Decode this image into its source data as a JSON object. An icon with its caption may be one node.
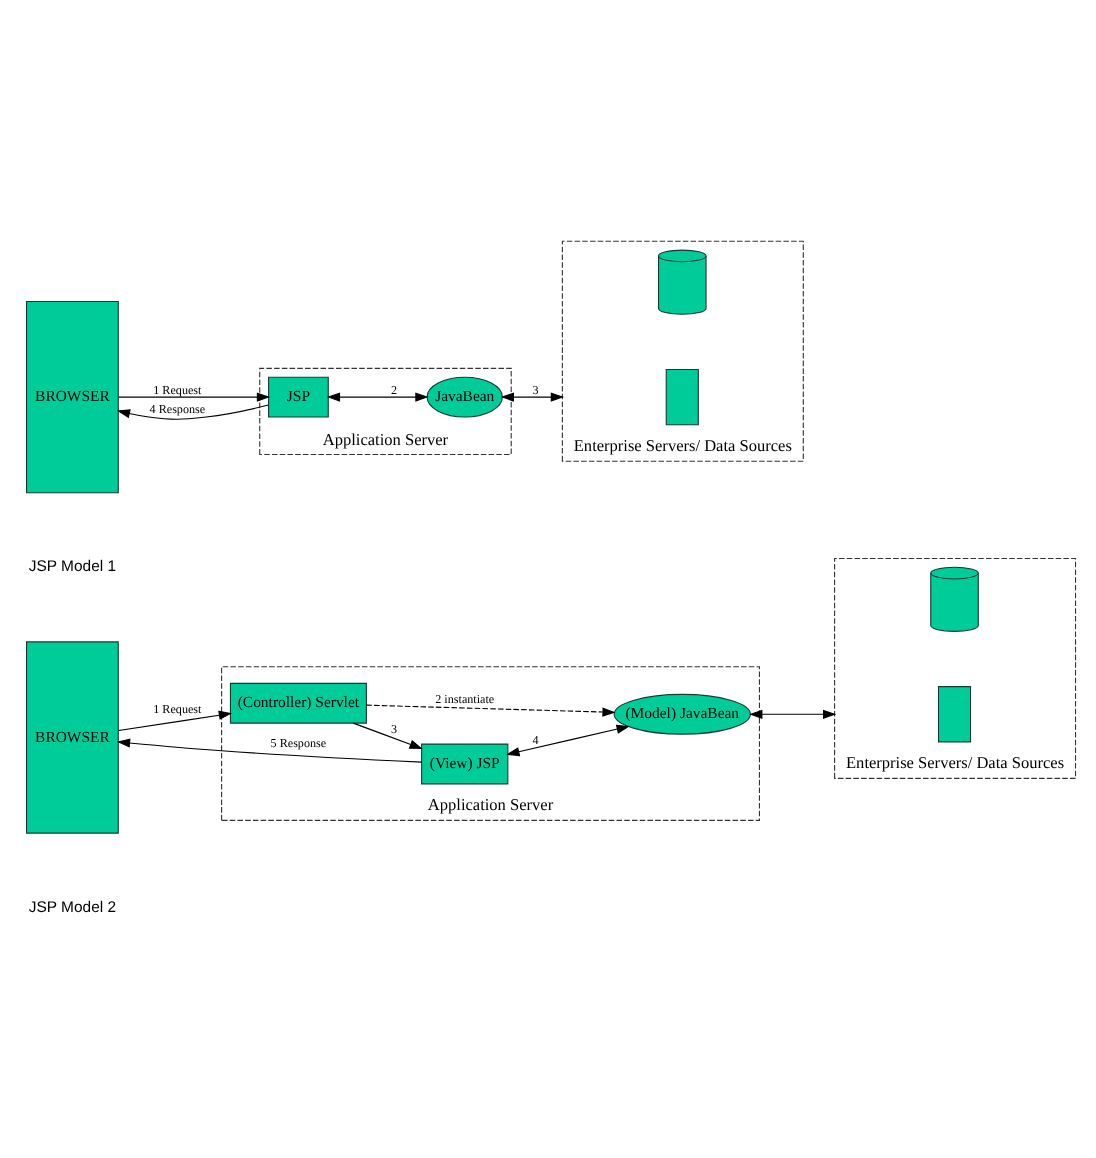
{
  "diagram": {
    "nodes": [
      {
        "text": [
          "BROWSER"
        ]
      },
      {
        "text": [
          "Application Server"
        ]
      },
      {
        "text": [
          "JSP"
        ],
        "in": 1
      },
      {
        "text": [
          "JavaBean"
        ],
        "in": 1
      },
      {
        "text": [
          "Enterprise Servers/ Data Sources"
        ]
      },
      {
        "text": [],
        "shape": "box",
        "in": 4
      },
      {
        "text": [],
        "shape": "cylinder",
        "in": 4
      },
      {
        "text": [
          "BROWSER"
        ]
      },
      {
        "text": [
          "Application Server"
        ]
      },
      {
        "text": [
          "(Controller) Servlet"
        ],
        "in": 8
      },
      {
        "text": [
          "(View) JSP"
        ],
        "in": 8
      },
      {
        "text": [
          "(Model) JavaBean"
        ],
        "in": 8
      },
      {
        "text": [
          "Enterprise Servers/ Data Sources"
        ]
      },
      {
        "text": [],
        "shape": "box",
        "in": 12
      },
      {
        "text": [],
        "shape": "cylinder",
        "in": 12
      }
    ],
    "edges": [
      {
        "from": 0,
        "to": 2,
        "arrow": "to",
        "label": "1 Request"
      },
      {
        "from": 2,
        "to": 0,
        "arrow": "to",
        "label": "4 Response"
      },
      {
        "from": 2,
        "to": 3,
        "arrow": "both",
        "label": "2"
      },
      {
        "from": 3,
        "to": 4,
        "arrow": "both",
        "label": "3"
      },
      {
        "from": 7,
        "to": 9,
        "arrow": "to",
        "label": "1 Request"
      },
      {
        "from": 9,
        "to": 10,
        "arrow": "to",
        "label": "3"
      },
      {
        "from": 9,
        "to": 11,
        "arrow": "to",
        "label": "2 instantiate",
        "style": "dashed"
      },
      {
        "from": 10,
        "to": 7,
        "arrow": "to",
        "label": "5 Response"
      },
      {
        "from": 10,
        "to": 11,
        "arrow": "both",
        "label": "4"
      },
      {
        "from": 11,
        "to": 12,
        "arrow": "both"
      }
    ],
    "labels": [
      "JSP Model 1",
      "JSP Model 2"
    ]
  }
}
